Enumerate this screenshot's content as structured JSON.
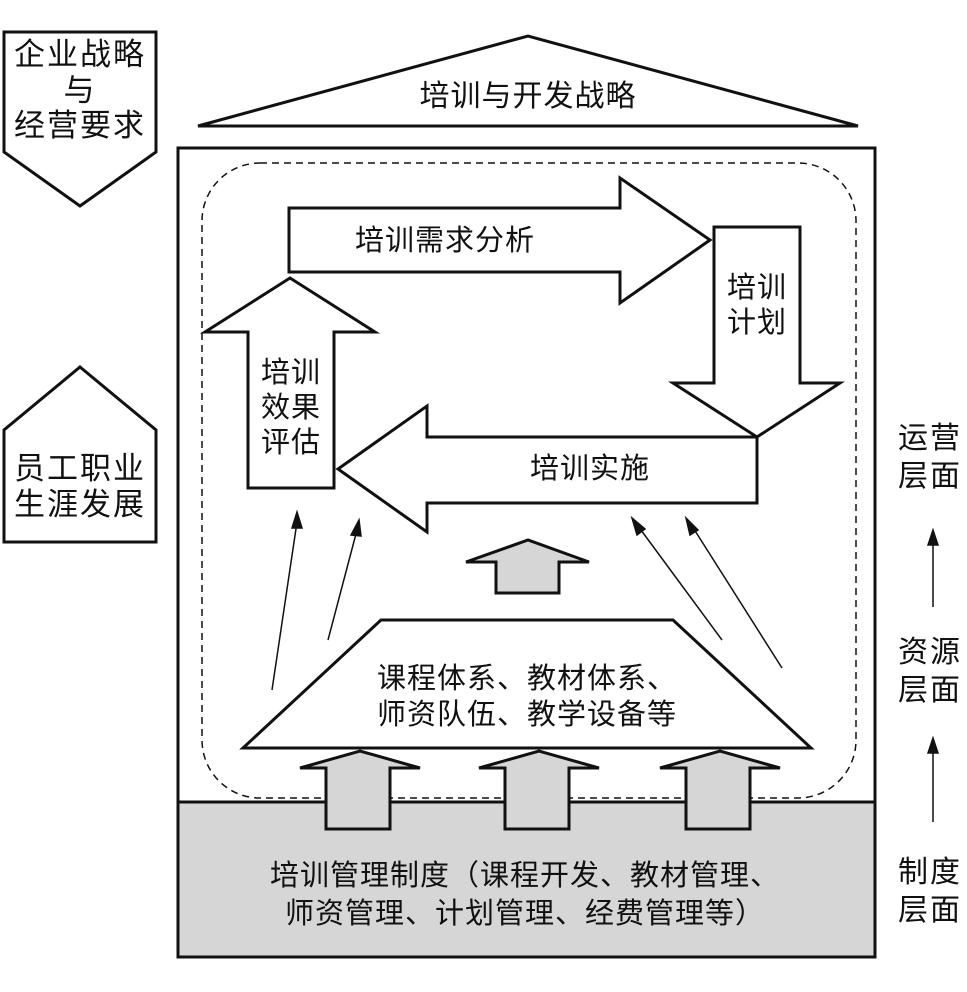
{
  "diagram": {
    "left_pentagon_top": "企业战略\n与\n经营要求",
    "left_pentagon_bottom": "员工职业\n生涯发展",
    "roof_label": "培训与开发战略",
    "cycle": {
      "needs_analysis": "培训需求分析",
      "plan": "培训\n计划",
      "implementation": "培训实施",
      "evaluation": "培训\n效果\n评估"
    },
    "resources": "课程体系、教材体系、\n师资队伍、教学设备等",
    "base": "培训管理制度（课程开发、教材管理、\n师资管理、计划管理、经费管理等）",
    "levels": {
      "operation": "运营\n层面",
      "resource": "资源\n层面",
      "system": "制度\n层面"
    }
  }
}
